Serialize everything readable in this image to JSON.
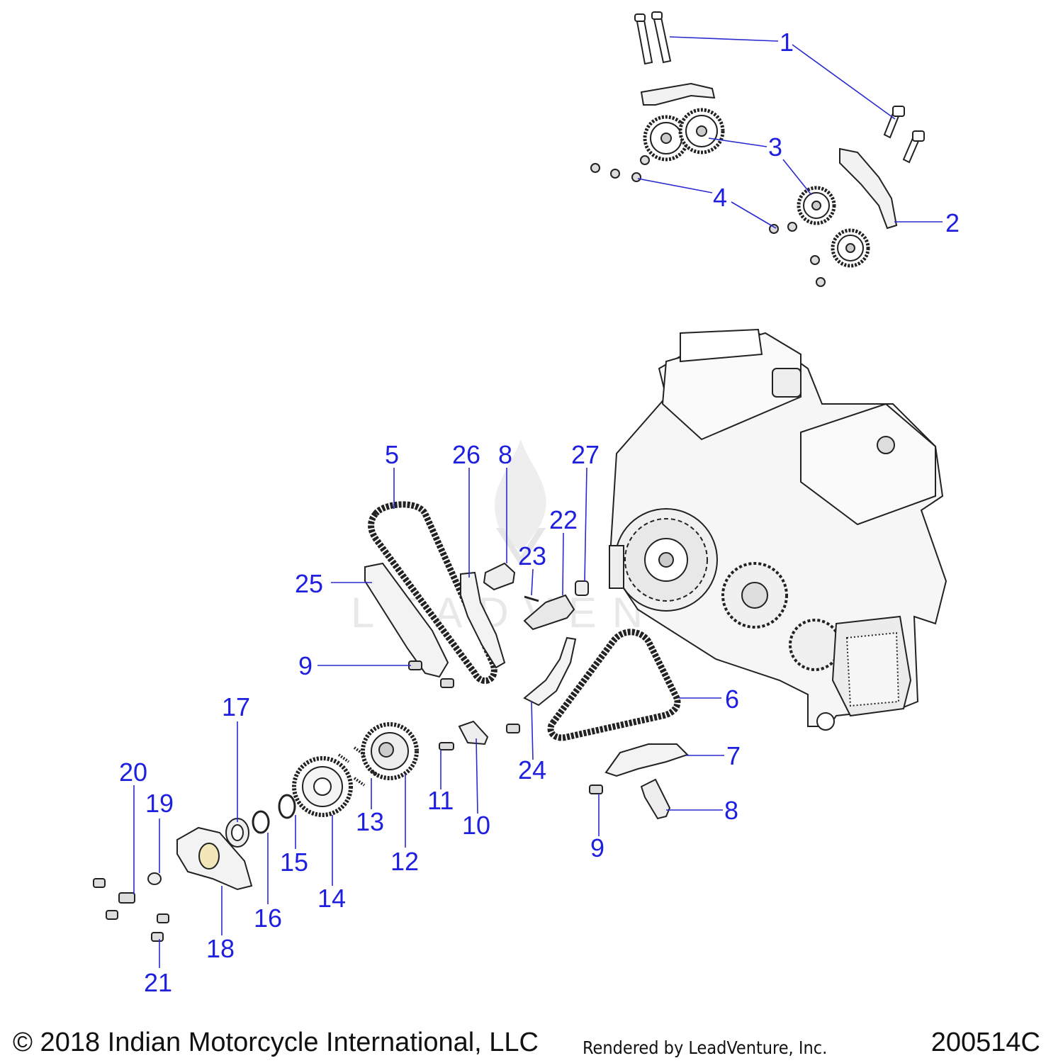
{
  "watermark": {
    "text": "LEADVENTURE"
  },
  "callouts": [
    {
      "id": "c1",
      "label": "1"
    },
    {
      "id": "c2",
      "label": "2"
    },
    {
      "id": "c3",
      "label": "3"
    },
    {
      "id": "c4",
      "label": "4"
    },
    {
      "id": "c5",
      "label": "5"
    },
    {
      "id": "c26",
      "label": "26"
    },
    {
      "id": "c8a",
      "label": "8"
    },
    {
      "id": "c27",
      "label": "27"
    },
    {
      "id": "c22",
      "label": "22"
    },
    {
      "id": "c23",
      "label": "23"
    },
    {
      "id": "c25",
      "label": "25"
    },
    {
      "id": "c9a",
      "label": "9"
    },
    {
      "id": "c6",
      "label": "6"
    },
    {
      "id": "c7",
      "label": "7"
    },
    {
      "id": "c8b",
      "label": "8"
    },
    {
      "id": "c9b",
      "label": "9"
    },
    {
      "id": "c24",
      "label": "24"
    },
    {
      "id": "c17",
      "label": "17"
    },
    {
      "id": "c20",
      "label": "20"
    },
    {
      "id": "c19",
      "label": "19"
    },
    {
      "id": "c11",
      "label": "11"
    },
    {
      "id": "c10",
      "label": "10"
    },
    {
      "id": "c13",
      "label": "13"
    },
    {
      "id": "c12",
      "label": "12"
    },
    {
      "id": "c15",
      "label": "15"
    },
    {
      "id": "c14",
      "label": "14"
    },
    {
      "id": "c16",
      "label": "16"
    },
    {
      "id": "c18",
      "label": "18"
    },
    {
      "id": "c21",
      "label": "21"
    }
  ],
  "footer": {
    "copyright": "© 2018 Indian Motorcycle International, LLC",
    "rendered_by": "Rendered by LeadVenture, Inc.",
    "drawing_number": "200514C"
  }
}
